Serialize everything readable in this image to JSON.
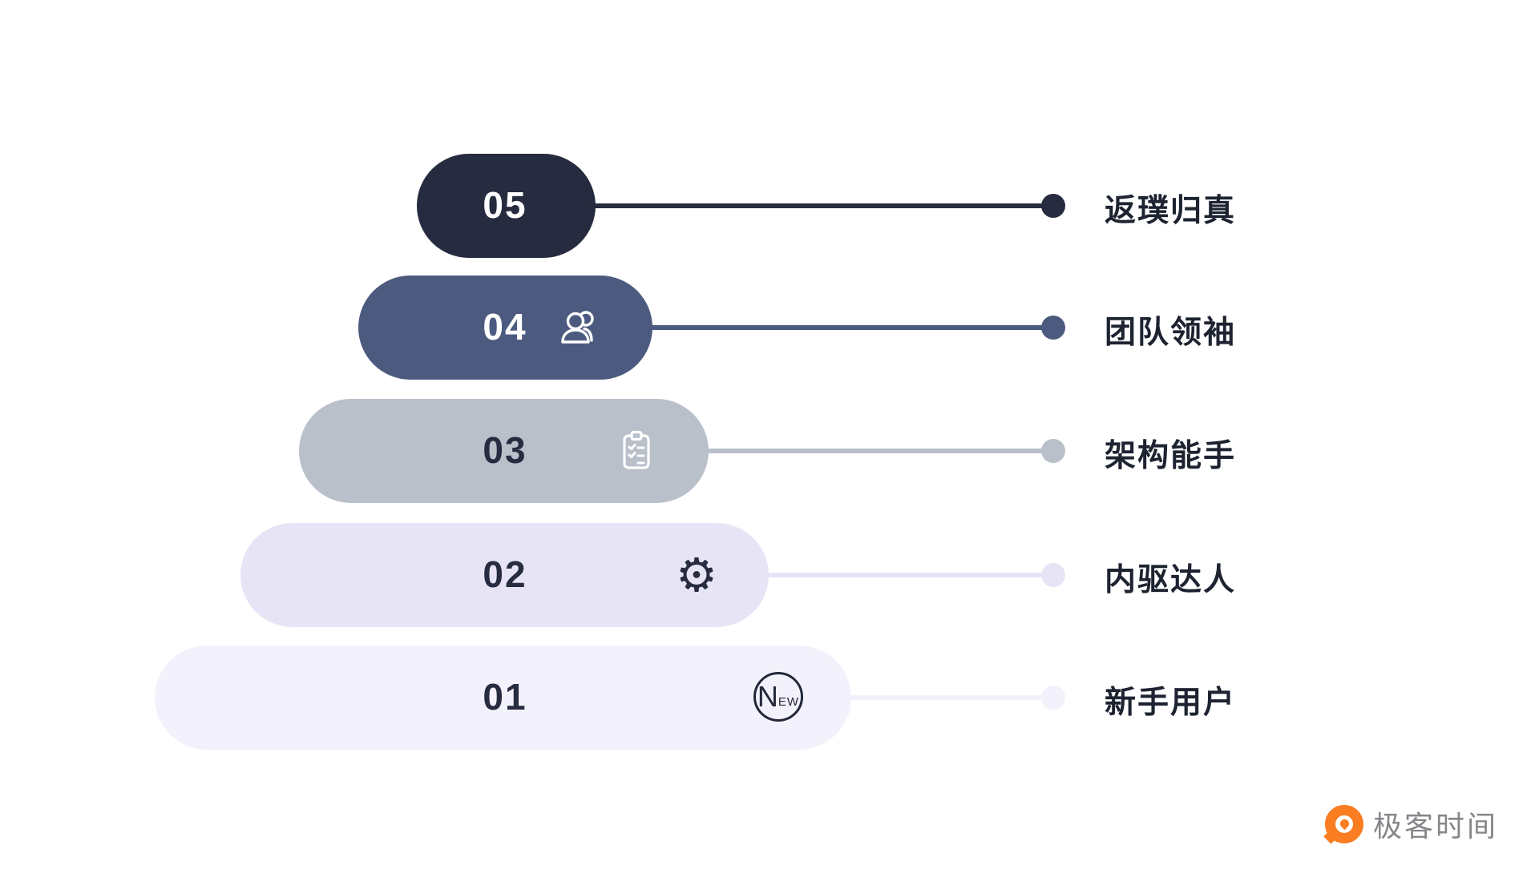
{
  "canvas": {
    "background": "#ffffff"
  },
  "levels": [
    {
      "number": "05",
      "label": "返璞归真",
      "icon": null,
      "pill_color": "#262b3f",
      "number_color": "#ffffff",
      "connector_color": "#262b3f"
    },
    {
      "number": "04",
      "label": "团队领袖",
      "icon": "users-icon",
      "pill_color": "#4d5a80",
      "number_color": "#ffffff",
      "connector_color": "#4d5a80"
    },
    {
      "number": "03",
      "label": "架构能手",
      "icon": "clipboard-checklist-icon",
      "pill_color": "#b9c0ca",
      "number_color": "#272c40",
      "connector_color": "#b9c0ca"
    },
    {
      "number": "02",
      "label": "内驱达人",
      "icon": "gear-icon",
      "glyph": "⚙",
      "pill_color": "#e7e4f6",
      "number_color": "#272c40",
      "connector_color": "#e7e4f6"
    },
    {
      "number": "01",
      "label": "新手用户",
      "icon": "new-badge-icon",
      "badge_big": "N",
      "badge_small": "EW",
      "pill_color": "#f3f1fb",
      "number_color": "#272c40",
      "connector_color": "#f3f1fb"
    }
  ],
  "logo": {
    "text": "极客时间",
    "text_color": "#85858a",
    "icon_color": "#fa7d22",
    "icon": "geektime-logo-icon"
  }
}
